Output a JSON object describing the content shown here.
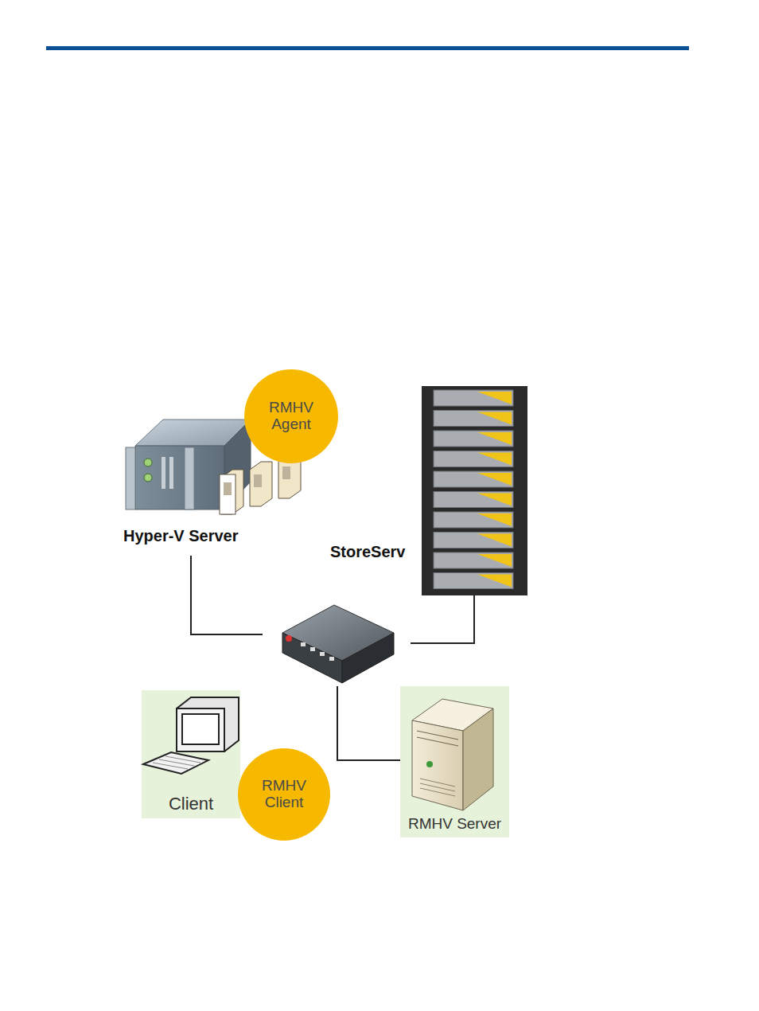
{
  "diagram": {
    "nodes": [
      {
        "text": [
          "RMHV Agent"
        ]
      },
      {
        "text": [
          "Client"
        ]
      },
      {
        "text": [
          "RMHV Client"
        ]
      },
      {
        "text": [
          "RMHV Server"
        ]
      }
    ],
    "labels": [
      "Hyper-V Server",
      "StoreServ"
    ]
  }
}
